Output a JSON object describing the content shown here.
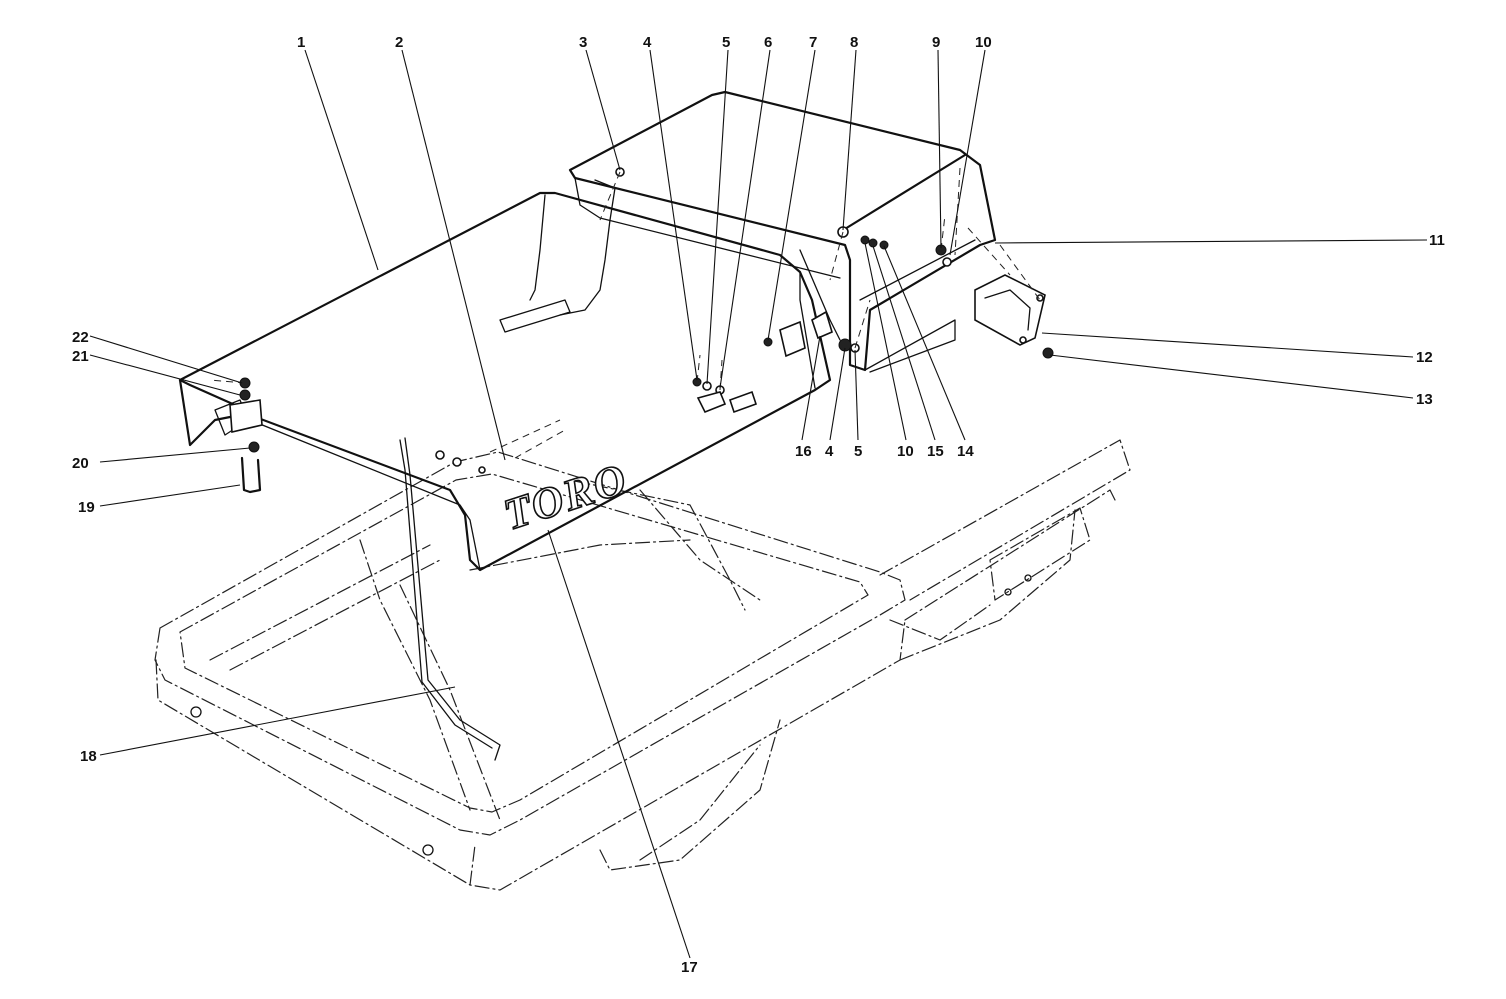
{
  "brand_text": "TORO",
  "callouts": [
    {
      "id": "c1",
      "label": "1"
    },
    {
      "id": "c2",
      "label": "2"
    },
    {
      "id": "c3",
      "label": "3"
    },
    {
      "id": "c4a",
      "label": "4"
    },
    {
      "id": "c5a",
      "label": "5"
    },
    {
      "id": "c6",
      "label": "6"
    },
    {
      "id": "c7",
      "label": "7"
    },
    {
      "id": "c8",
      "label": "8"
    },
    {
      "id": "c9",
      "label": "9"
    },
    {
      "id": "c10a",
      "label": "10"
    },
    {
      "id": "c11",
      "label": "11"
    },
    {
      "id": "c12",
      "label": "12"
    },
    {
      "id": "c13",
      "label": "13"
    },
    {
      "id": "c14",
      "label": "14"
    },
    {
      "id": "c15",
      "label": "15"
    },
    {
      "id": "c10b",
      "label": "10"
    },
    {
      "id": "c5b",
      "label": "5"
    },
    {
      "id": "c4b",
      "label": "4"
    },
    {
      "id": "c16",
      "label": "16"
    },
    {
      "id": "c17",
      "label": "17"
    },
    {
      "id": "c18",
      "label": "18"
    },
    {
      "id": "c19",
      "label": "19"
    },
    {
      "id": "c20",
      "label": "20"
    },
    {
      "id": "c21",
      "label": "21"
    },
    {
      "id": "c22",
      "label": "22"
    }
  ]
}
